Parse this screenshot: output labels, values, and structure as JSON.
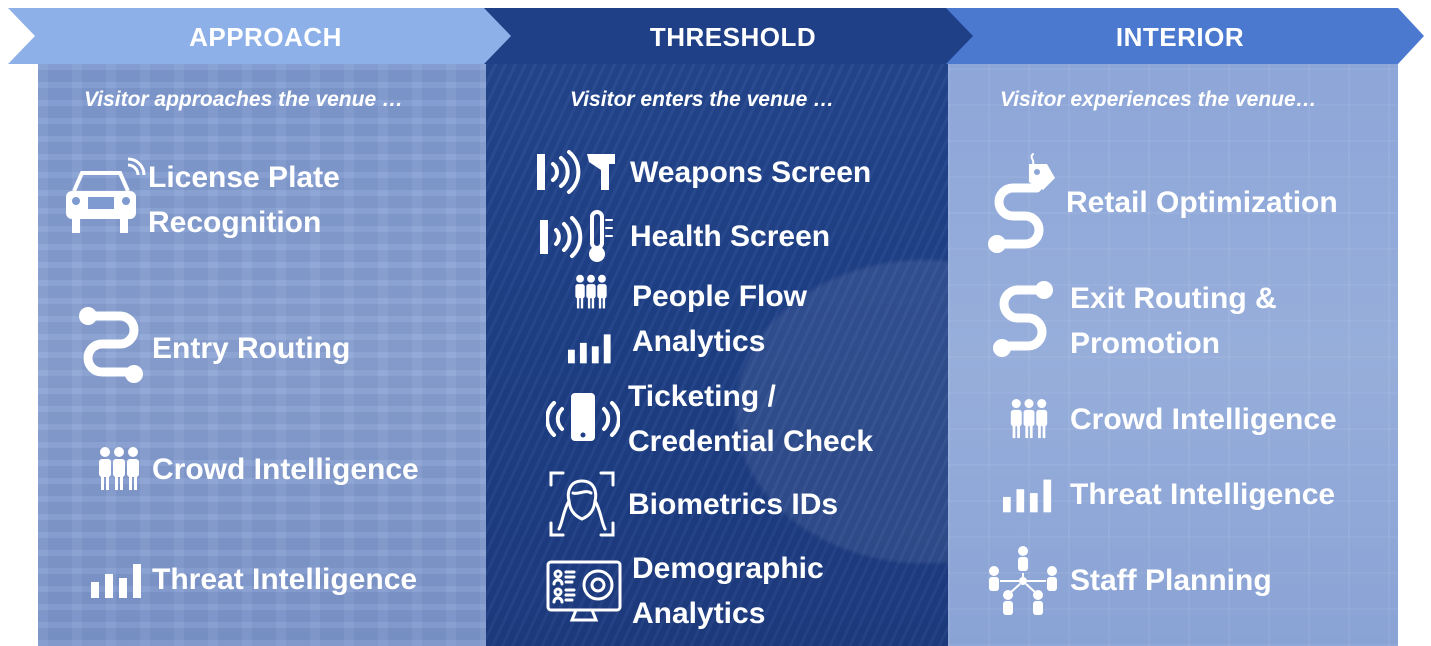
{
  "stages": [
    {
      "title": "APPROACH",
      "subtitle": "Visitor approaches the venue …",
      "items": [
        {
          "icon": "license-plate-icon",
          "lines": [
            "License Plate",
            "Recognition"
          ]
        },
        {
          "icon": "routing-icon",
          "lines": [
            "Entry Routing"
          ]
        },
        {
          "icon": "crowd-icon",
          "lines": [
            "Crowd Intelligence"
          ]
        },
        {
          "icon": "analytics-bars-icon",
          "lines": [
            "Threat Intelligence"
          ]
        }
      ]
    },
    {
      "title": "THRESHOLD",
      "subtitle": "Visitor enters the venue …",
      "items": [
        {
          "icon": "weapon-scan-icon",
          "lines": [
            "Weapons Screen"
          ]
        },
        {
          "icon": "thermometer-scan-icon",
          "lines": [
            "Health Screen"
          ]
        },
        {
          "icon": "people-flow-icon",
          "lines": [
            "People Flow",
            "Analytics"
          ]
        },
        {
          "icon": "phone-ticket-icon",
          "lines": [
            "Ticketing /",
            "Credential Check"
          ]
        },
        {
          "icon": "face-scan-icon",
          "lines": [
            "Biometrics IDs"
          ]
        },
        {
          "icon": "demographic-monitor-icon",
          "lines": [
            "Demographic",
            "Analytics"
          ]
        }
      ]
    },
    {
      "title": "INTERIOR",
      "subtitle": "Visitor experiences the venue…",
      "items": [
        {
          "icon": "retail-route-icon",
          "lines": [
            "Retail Optimization"
          ]
        },
        {
          "icon": "exit-route-icon",
          "lines": [
            "Exit Routing &",
            "Promotion"
          ]
        },
        {
          "icon": "crowd-icon",
          "lines": [
            "Crowd Intelligence"
          ]
        },
        {
          "icon": "analytics-bars-icon",
          "lines": [
            "Threat Intelligence"
          ]
        },
        {
          "icon": "staff-network-icon",
          "lines": [
            "Staff Planning"
          ]
        }
      ]
    }
  ],
  "colors": {
    "approach_header": "#8db0e8",
    "threshold_header": "#1f3f86",
    "interior_header": "#4b79cf",
    "icon": "#ffffff"
  }
}
